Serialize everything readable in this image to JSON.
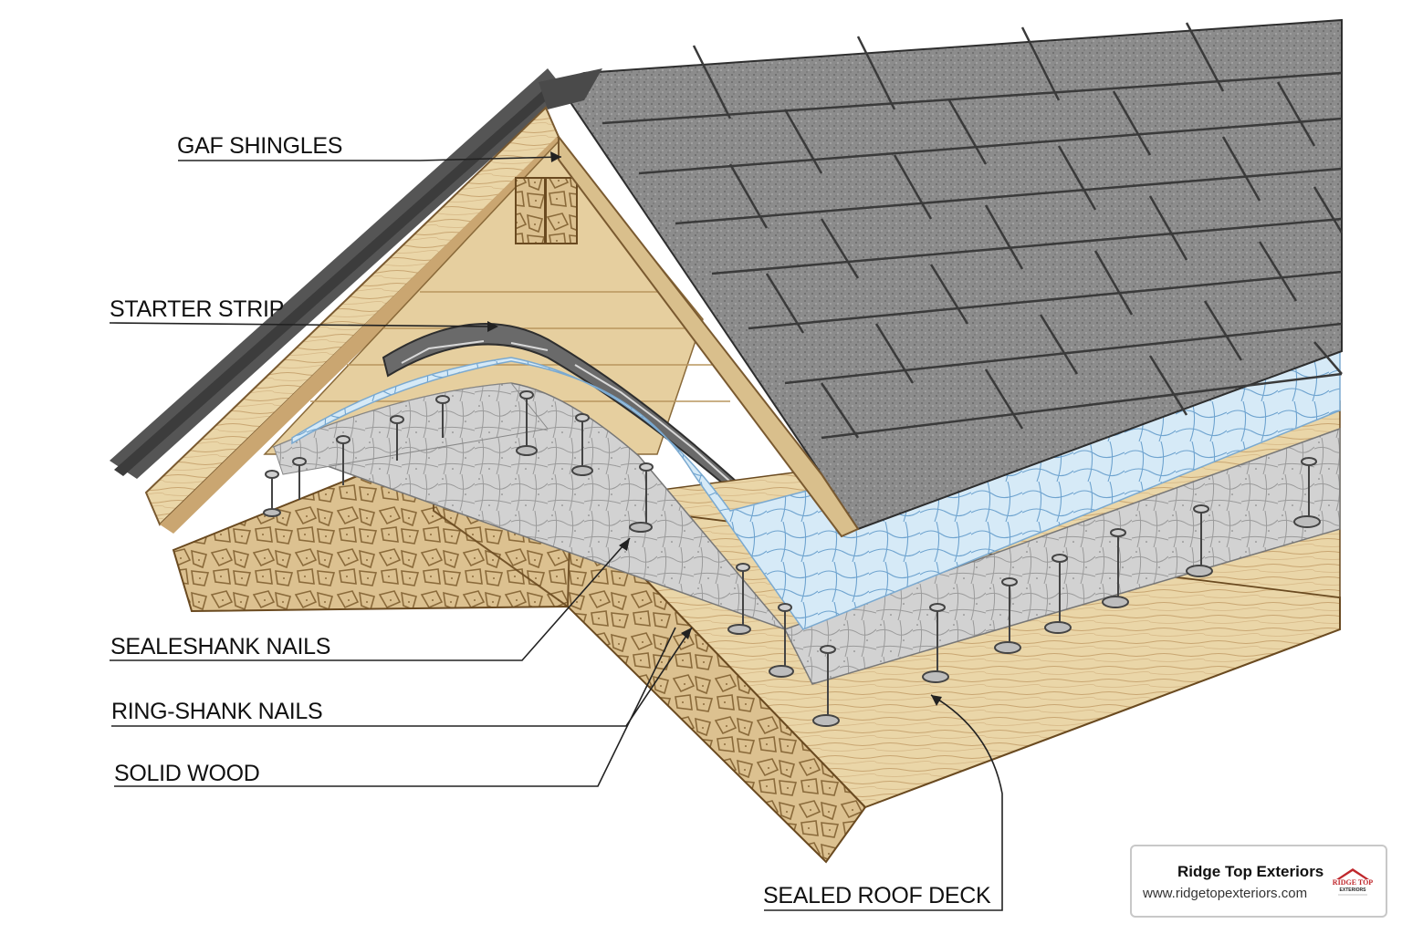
{
  "labels": {
    "gaf_shingles": "GAF SHINGLES",
    "starter_strip": "STARTER STRIP",
    "sealeshank_nails": "SEALESHANK NAILS",
    "ring_shank_nails": "RING-SHANK NAILS",
    "solid_wood": "SOLID WOOD",
    "sealed_roof_deck": "SEALED ROOF DECK"
  },
  "brand": {
    "name": "Ridge Top Exteriors",
    "url": "www.ridgetopexteriors.com",
    "logo_text": "RIDGE TOP",
    "logo_subtext": "EXTERIORS"
  },
  "colors": {
    "shingle": "#8a8a8a",
    "shingle_dark": "#3a3a3a",
    "wood": "#e9d3a4",
    "wood_dark": "#b48a55",
    "osb": "#dcc190",
    "underlayment": "#cfe6f5",
    "concrete": "#cfcfcf",
    "logo_red": "#c0282d"
  }
}
